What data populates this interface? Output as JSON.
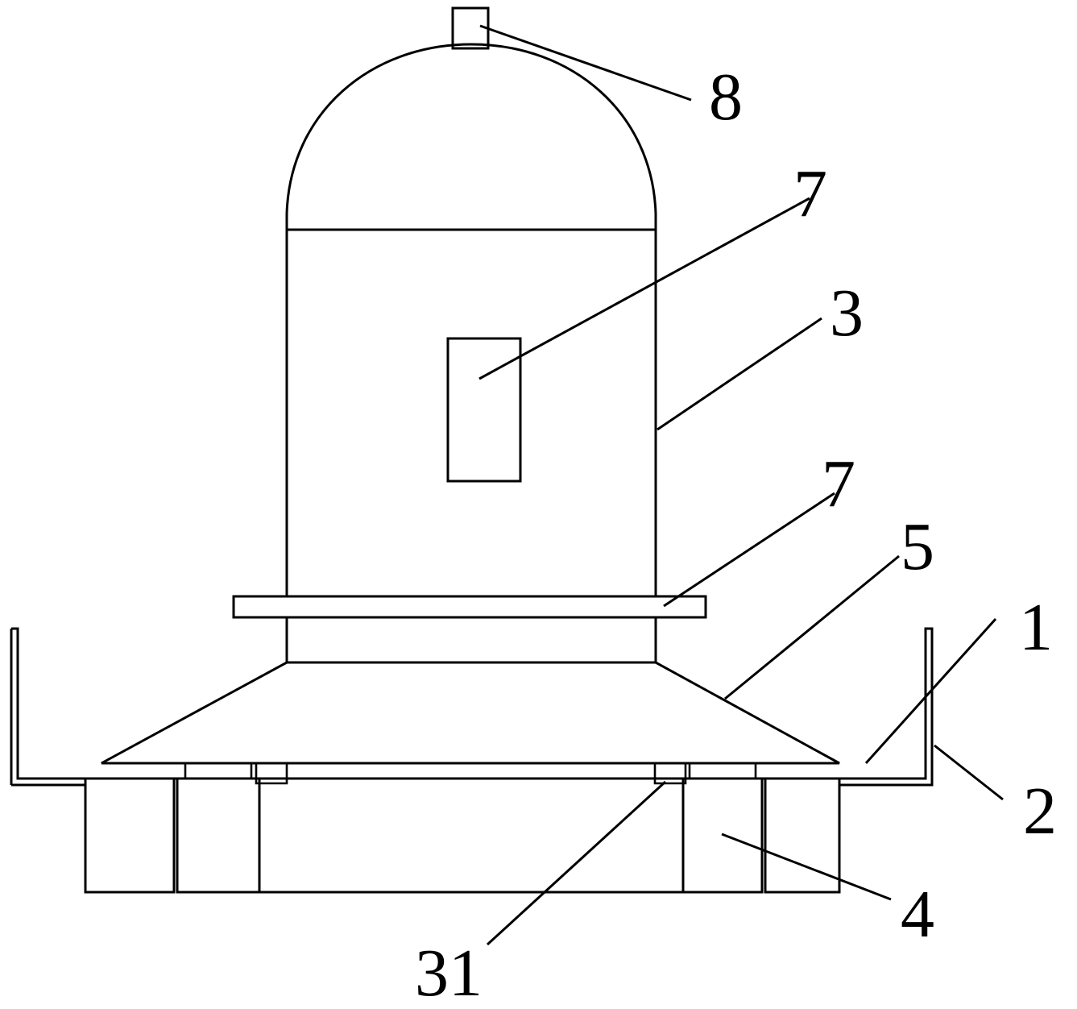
{
  "figure": {
    "labels": [
      {
        "id": "label-8",
        "text": "8"
      },
      {
        "id": "label-7-top",
        "text": "7"
      },
      {
        "id": "label-3",
        "text": "3"
      },
      {
        "id": "label-7-bottom",
        "text": "7"
      },
      {
        "id": "label-5",
        "text": "5"
      },
      {
        "id": "label-1",
        "text": "1"
      },
      {
        "id": "label-2",
        "text": "2"
      },
      {
        "id": "label-4",
        "text": "4"
      },
      {
        "id": "label-31",
        "text": "31"
      }
    ]
  }
}
